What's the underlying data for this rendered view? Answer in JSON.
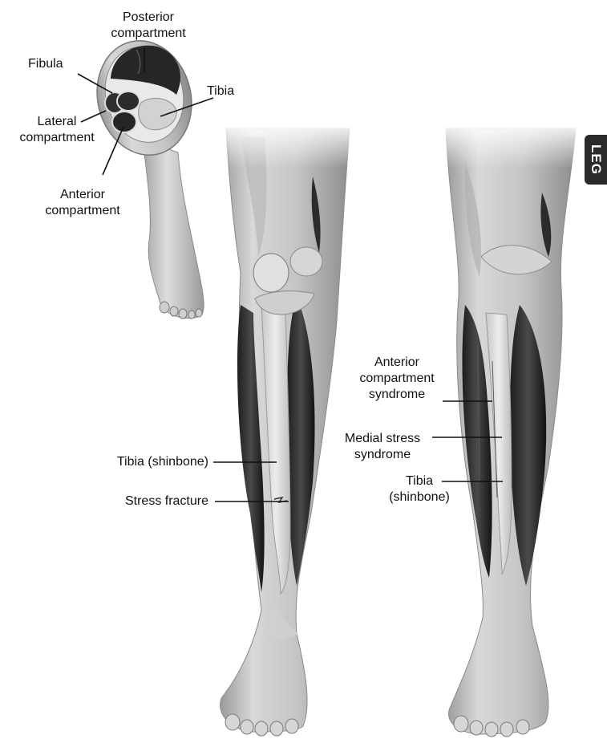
{
  "section_tab": "LEG",
  "cross_section": {
    "posterior_line1": "Posterior",
    "posterior_line2": "compartment",
    "fibula": "Fibula",
    "tibia": "Tibia",
    "lateral_line1": "Lateral",
    "lateral_line2": "compartment",
    "anterior_line1": "Anterior",
    "anterior_line2": "compartment"
  },
  "front_leg": {
    "tibia": "Tibia (shinbone)",
    "stress_fracture": "Stress fracture"
  },
  "side_leg": {
    "acs_line1": "Anterior",
    "acs_line2": "compartment",
    "acs_line3": "syndrome",
    "mss_line1": "Medial stress",
    "mss_line2": "syndrome",
    "tibia_line1": "Tibia",
    "tibia_line2": "(shinbone)"
  }
}
